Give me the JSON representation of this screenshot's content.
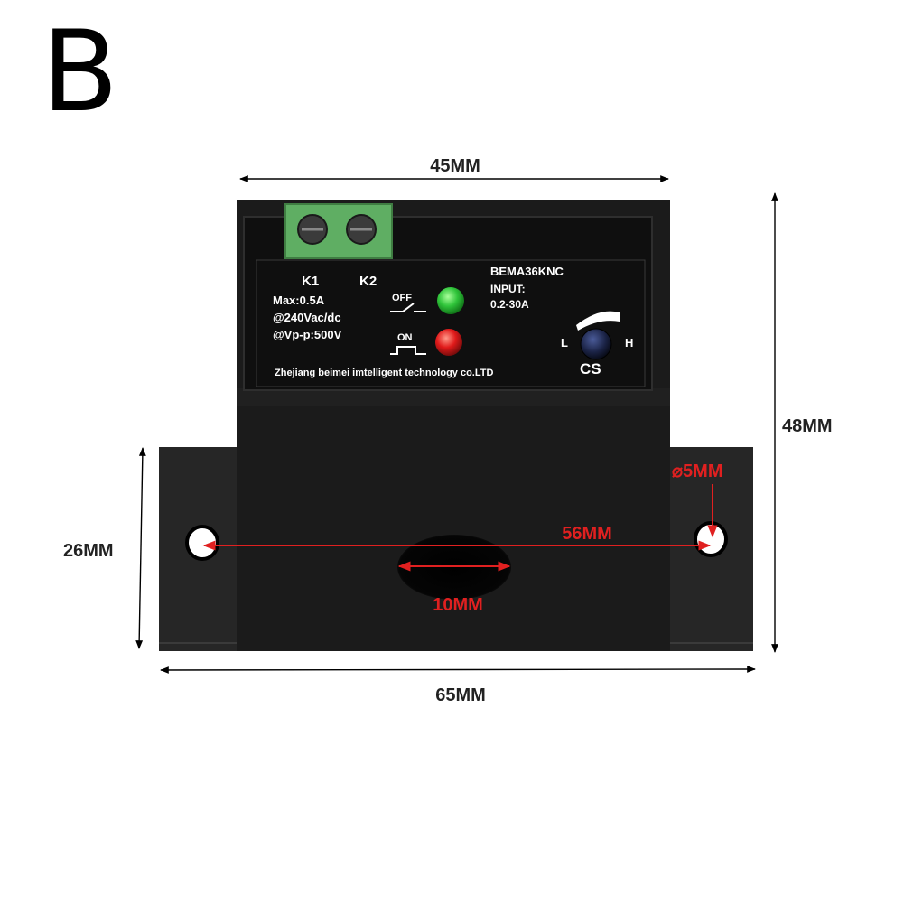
{
  "panel_letter": "B",
  "dimensions": {
    "top_width": "45MM",
    "height": "48MM",
    "flange_height": "26MM",
    "bottom_width": "65MM",
    "hole_spacing": "56MM",
    "hole_diameter": "⌀5MM",
    "aperture": "10MM"
  },
  "device": {
    "terminal_labels": [
      "K1",
      "K2"
    ],
    "spec_lines": [
      "Max:0.5A",
      "@240Vac/dc",
      "@Vp-p:500V"
    ],
    "off_label": "OFF",
    "on_label": "ON",
    "model": "BEMA36KNC",
    "input_label": "INPUT:",
    "input_range": "0.2-30A",
    "knob_low": "L",
    "knob_high": "H",
    "knob_name": "CS",
    "manufacturer": "Zhejiang beimei imtelligent technology co.LTD"
  },
  "colors": {
    "body": "#1b1b1b",
    "panel": "#111111",
    "terminal": "#5fae63",
    "led_off": "#2fc43a",
    "led_on": "#e01a1a",
    "dimension_red": "#e02020",
    "knob": "#1a2244"
  }
}
